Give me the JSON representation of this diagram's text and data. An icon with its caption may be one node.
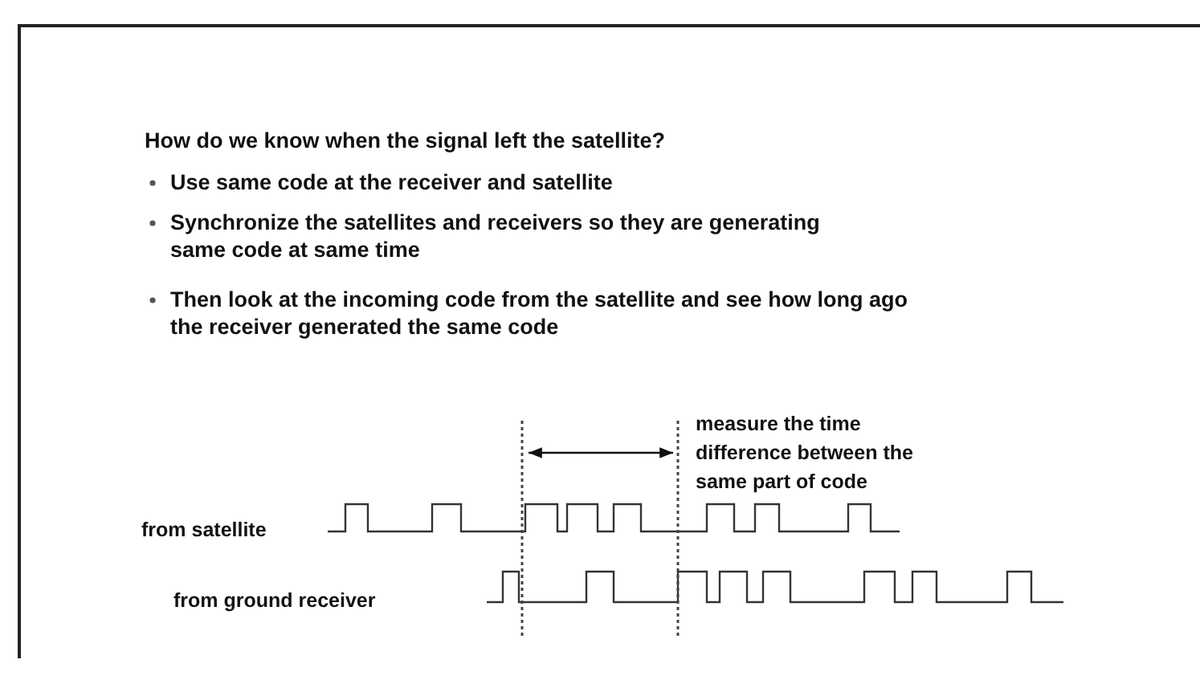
{
  "diagram": {
    "title": "How do we know when the signal left the satellite?",
    "labels": [
      "Use same code at the receiver and satellite",
      "Synchronize the satellites and receivers so they are generating same code at same time",
      "Then look at the incoming code from the satellite and see how long ago the receiver generated the same code",
      "measure the time difference between the same part of code",
      "from satellite",
      "from ground receiver"
    ]
  }
}
